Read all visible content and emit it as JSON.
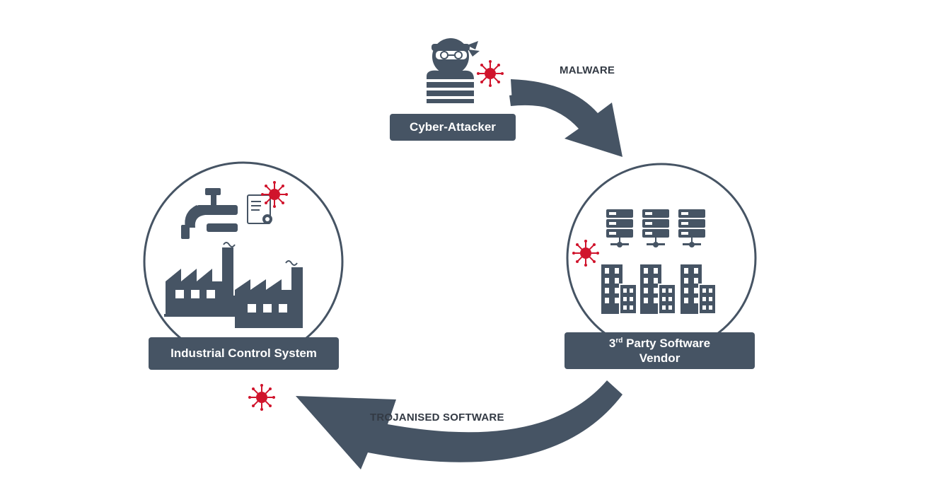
{
  "nodes": {
    "attacker": {
      "label": "Cyber-Attacker",
      "icon": "hacker-icon"
    },
    "vendor": {
      "label_prefix": "3",
      "label_sup": "rd",
      "label_line1_rest": " Party Software",
      "label_line2": "Vendor",
      "icon": "server-buildings-icon"
    },
    "ics": {
      "label": "Industrial Control System",
      "icon": "factory-icon"
    }
  },
  "edges": {
    "malware": {
      "label": "MALWARE"
    },
    "trojan": {
      "label": "TROJANISED SOFTWARE"
    }
  },
  "colors": {
    "primary": "#465464",
    "virus": "#d0142c",
    "text": "#333a44"
  }
}
